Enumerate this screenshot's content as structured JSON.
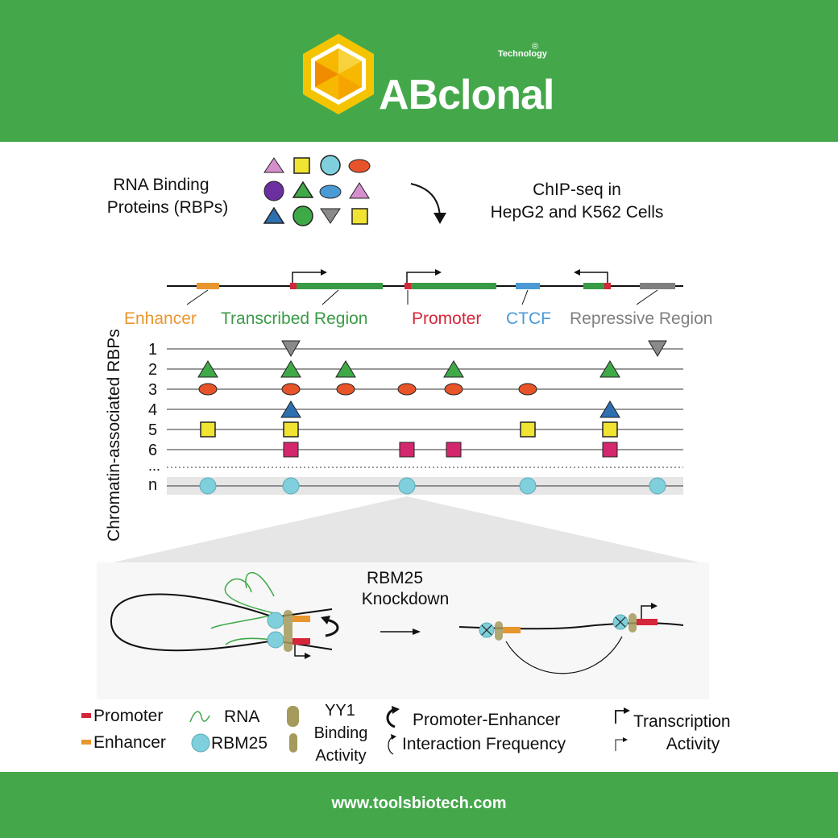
{
  "brand": {
    "name": "ABclonal",
    "tagline": "Technology",
    "trademark": "®",
    "band_color": "#44a84b"
  },
  "footer": {
    "url": "www.toolsbiotech.com"
  },
  "diagram": {
    "rbp_label": [
      "RNA Binding",
      "Proteins (RBPs)"
    ],
    "chipseq_label": [
      "ChIP-seq in",
      "HepG2 and K562 Cells"
    ],
    "y_axis_label": "Chromatin-associated RBPs",
    "regions": {
      "enhancer": "Enhancer",
      "transcribed": "Transcribed Region",
      "promoter": "Promoter",
      "ctcf": "CTCF",
      "repressive": "Repressive Region"
    },
    "row_labels": [
      "1",
      "2",
      "3",
      "4",
      "5",
      "6",
      "...",
      "n"
    ],
    "knockdown_label": [
      "RBM25",
      "Knockdown"
    ],
    "colors": {
      "enhancer": "#e8962e",
      "transcribed": "#3a9b47",
      "promoter": "#d5263a",
      "ctcf": "#4a9ad6",
      "repressive": "#808080",
      "rbm25": "#7fd0dc",
      "yy1": "#a39a5c"
    }
  },
  "legend": {
    "promoter": "Promoter",
    "enhancer": "Enhancer",
    "rna": "RNA",
    "rbm25": "RBM25",
    "yy1": [
      "YY1",
      "Binding",
      "Activity"
    ],
    "interaction": [
      "Promoter-Enhancer",
      "Interaction Frequency"
    ],
    "transcription": [
      "Transcription",
      "Activity"
    ]
  }
}
